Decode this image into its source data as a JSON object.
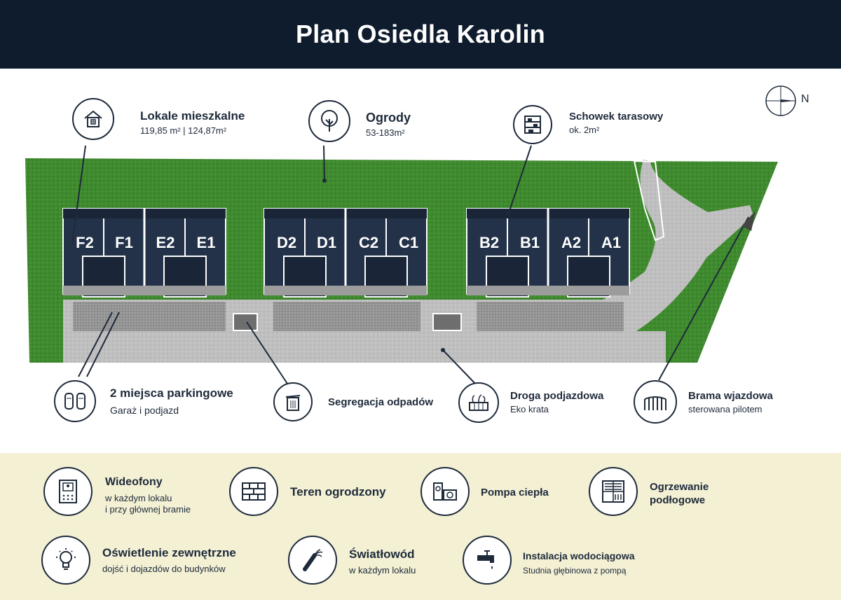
{
  "title": "Plan Osiedla Karolin",
  "north_label": "N",
  "units": [
    "F2",
    "F1",
    "E2",
    "E1",
    "D2",
    "D1",
    "C2",
    "C1",
    "B2",
    "B1",
    "A2",
    "A1"
  ],
  "callouts": {
    "lokale": {
      "title": "Lokale mieszkalne",
      "sub": "119,85 m² | 124,87m²",
      "icon": "house-icon"
    },
    "ogrody": {
      "title": "Ogrody",
      "sub": "53-183m²",
      "icon": "tree-icon"
    },
    "schowek": {
      "title": "Schowek tarasowy",
      "sub": "ok. 2m²",
      "icon": "shelf-icon"
    },
    "parking": {
      "title": "2 miejsca parkingowe",
      "sub": "Garaż i podjazd",
      "icon": "cars-icon"
    },
    "segregacja": {
      "title": "Segregacja odpadów",
      "icon": "trash-icon"
    },
    "droga": {
      "title": "Droga podjazdowa",
      "sub": "Eko krata",
      "icon": "eco-grid-icon"
    },
    "brama": {
      "title": "Brama wjazdowa",
      "sub": "sterowana pilotem",
      "icon": "gate-icon"
    }
  },
  "features": {
    "wideofony": {
      "title": "Wideofony",
      "sub1": "w każdym lokalu",
      "sub2": "i przy głównej bramie",
      "icon": "intercom-icon"
    },
    "teren": {
      "title": "Teren ogrodzony",
      "icon": "brick-wall-icon"
    },
    "pompa": {
      "title": "Pompa ciepła",
      "icon": "heat-pump-icon"
    },
    "ogrzewanie": {
      "title1": "Ogrzewanie",
      "title2": "podłogowe",
      "icon": "floor-heating-icon"
    },
    "oswietlenie": {
      "title": "Oświetlenie zewnętrzne",
      "sub": "dojść i dojazdów do budynków",
      "icon": "light-bulb-icon"
    },
    "swiatlowod": {
      "title": "Światłowód",
      "sub": "w każdym lokalu",
      "icon": "fiber-optic-icon"
    },
    "instalacja": {
      "title": "Instalacja wodociągowa",
      "sub": "Studnia głębinowa z pompą",
      "icon": "water-tap-icon"
    }
  },
  "colors": {
    "navy": "#0f1c2e",
    "grass": "#3f8a2f",
    "road": "#bdbdbd",
    "cream": "#f3f0d4"
  }
}
